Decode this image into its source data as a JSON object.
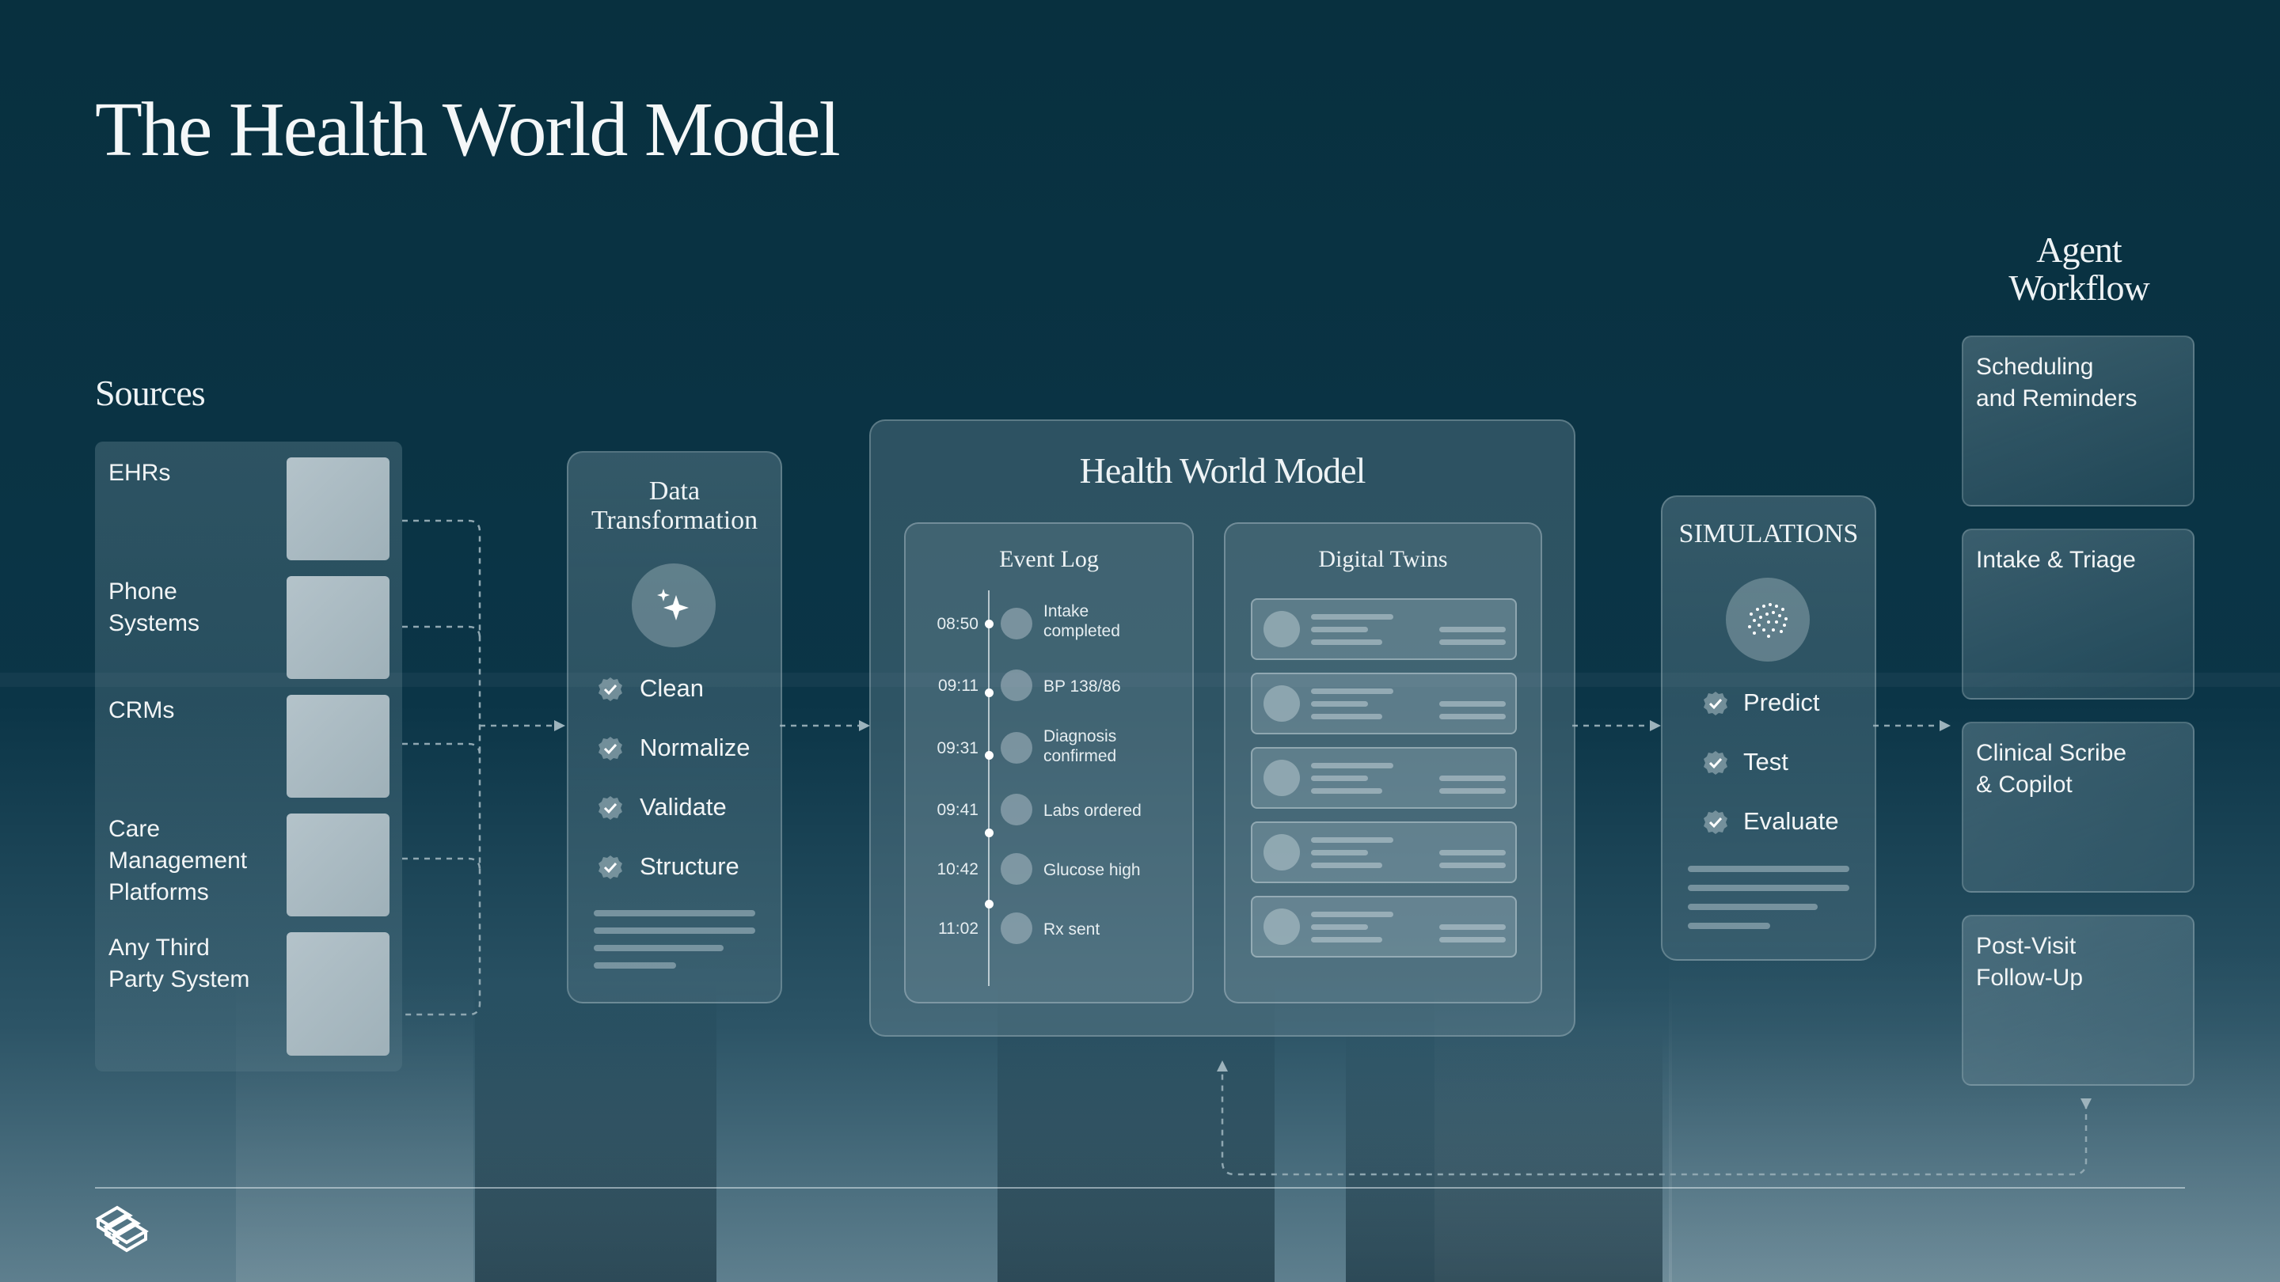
{
  "title": "The Health World Model",
  "sources": {
    "heading": "Sources",
    "items": [
      "EHRs",
      "Phone\nSystems",
      "CRMs",
      "Care\nManagement\nPlatforms",
      "Any Third\nParty System"
    ]
  },
  "transformation": {
    "title": "Data\nTransformation",
    "icon": "sparkle-icon",
    "steps": [
      "Clean",
      "Normalize",
      "Validate",
      "Structure"
    ]
  },
  "world_model": {
    "title": "Health World Model",
    "event_log": {
      "title": "Event Log",
      "events": [
        {
          "time": "08:50",
          "label": "Intake\ncompleted"
        },
        {
          "time": "09:11",
          "label": "BP 138/86"
        },
        {
          "time": "09:31",
          "label": "Diagnosis\nconfirmed"
        },
        {
          "time": "09:41",
          "label": "Labs ordered"
        },
        {
          "time": "10:42",
          "label": "Glucose high"
        },
        {
          "time": "11:02",
          "label": "Rx sent"
        }
      ]
    },
    "digital_twins": {
      "title": "Digital Twins",
      "card_count": 5
    }
  },
  "simulations": {
    "title": "SIMULATIONS",
    "icon": "dot-cluster-icon",
    "steps": [
      "Predict",
      "Test",
      "Evaluate"
    ]
  },
  "agent_workflow": {
    "heading": "Agent\nWorkflow",
    "items": [
      "Scheduling\nand Reminders",
      "Intake & Triage",
      "Clinical Scribe\n& Copilot",
      "Post-Visit\nFollow-Up"
    ]
  },
  "colors": {
    "background": "#0b3547",
    "panel_border": "#c8d7dc",
    "text": "#eef3f5"
  },
  "logo_icon": "stacked-layers-logo-icon"
}
